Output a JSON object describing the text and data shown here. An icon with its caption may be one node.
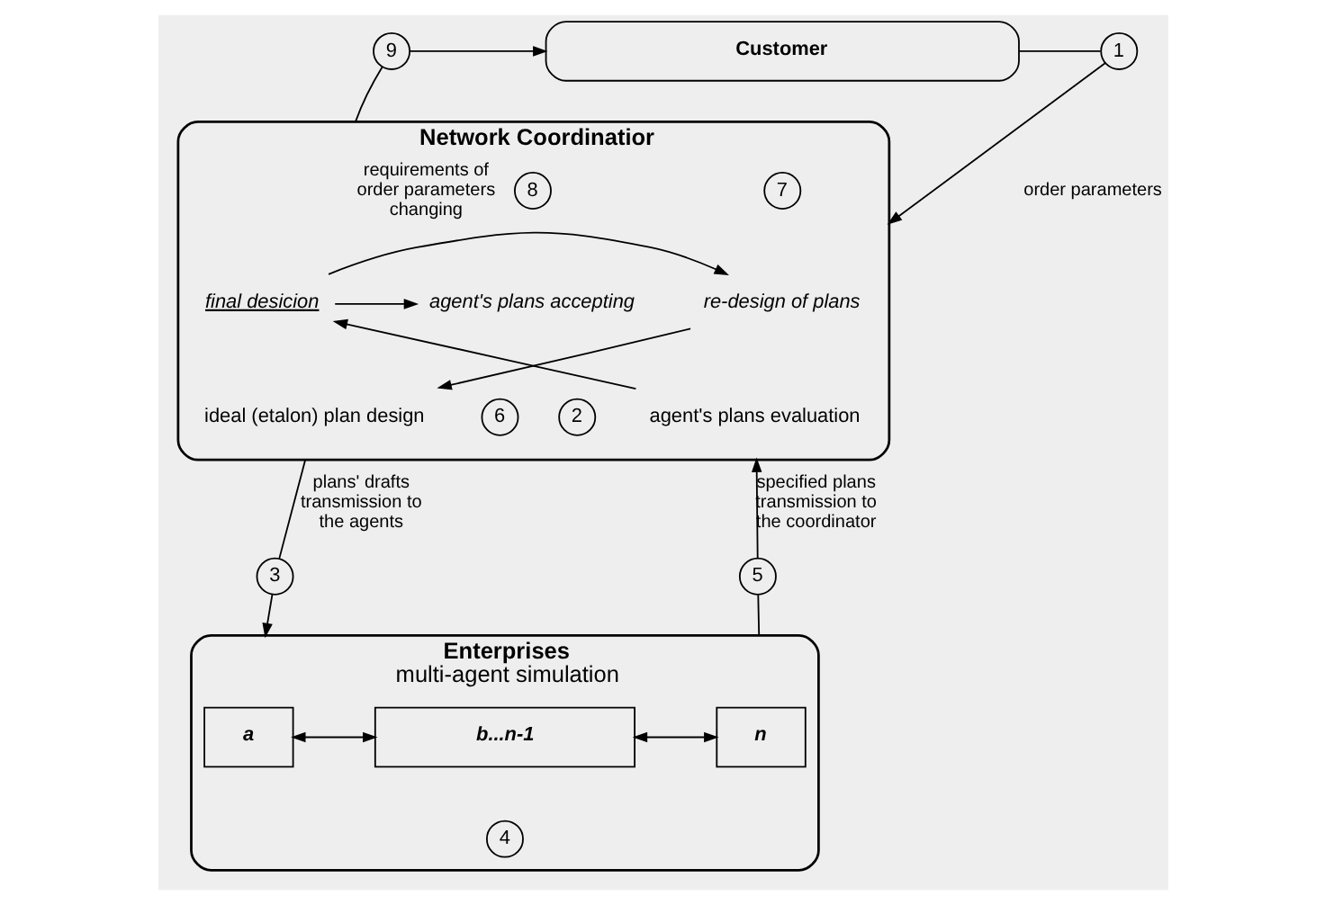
{
  "diagram": {
    "nodes": [
      {
        "text": [
          "Customer"
        ]
      },
      {
        "text": [
          "1"
        ]
      },
      {
        "text": [
          "9"
        ]
      },
      {
        "text": [
          "Network Coordinatior"
        ]
      },
      {
        "text": [
          "7"
        ],
        "in": 3
      },
      {
        "text": [
          "8"
        ],
        "in": 3
      },
      {
        "text": [
          "re-design of plans"
        ],
        "in": 3
      },
      {
        "text": [
          "final desicion"
        ],
        "in": 3
      },
      {
        "text": [
          "agent's plans accepting"
        ],
        "in": 3
      },
      {
        "text": [
          "2"
        ],
        "in": 3
      },
      {
        "text": [
          "ideal (etalon) plan design"
        ],
        "in": 3
      },
      {
        "text": [
          "6"
        ],
        "in": 3
      },
      {
        "text": [
          "agent's plans evaluation"
        ],
        "in": 3
      },
      {
        "text": [
          "3"
        ]
      },
      {
        "text": [
          "5"
        ]
      },
      {
        "text": [
          "Enterprises",
          "multi-agent simulation"
        ]
      },
      {
        "text": [
          "a"
        ],
        "in": 15
      },
      {
        "text": [
          "b...n-1"
        ],
        "in": 15
      },
      {
        "text": [
          "n"
        ],
        "in": 15
      },
      {
        "text": [
          "4"
        ],
        "in": 15
      }
    ],
    "edges": [
      {
        "from": 0,
        "to": 1,
        "arrow": "none"
      },
      {
        "from": 1,
        "to": 3,
        "arrow": "to",
        "label": "order parameters"
      },
      {
        "from": 3,
        "to": 2,
        "arrow": "none",
        "label": "requirements of order parameters changing"
      },
      {
        "from": 2,
        "to": 0,
        "arrow": "to"
      },
      {
        "from": 3,
        "to": 13,
        "arrow": "none",
        "label": "plans' drafts transmission to the agents"
      },
      {
        "from": 13,
        "to": 15,
        "arrow": "to"
      },
      {
        "from": 15,
        "to": 14,
        "arrow": "none"
      },
      {
        "from": 14,
        "to": 3,
        "arrow": "to",
        "label": "specified plans transmission to the coordinator"
      },
      {
        "from": 7,
        "to": 6,
        "arrow": "to"
      },
      {
        "from": 7,
        "to": 8,
        "arrow": "to"
      },
      {
        "from": 6,
        "to": 10,
        "arrow": "to"
      },
      {
        "from": 12,
        "to": 7,
        "arrow": "to"
      },
      {
        "from": 16,
        "to": 17,
        "arrow": "both"
      },
      {
        "from": 17,
        "to": 18,
        "arrow": "both"
      }
    ]
  }
}
